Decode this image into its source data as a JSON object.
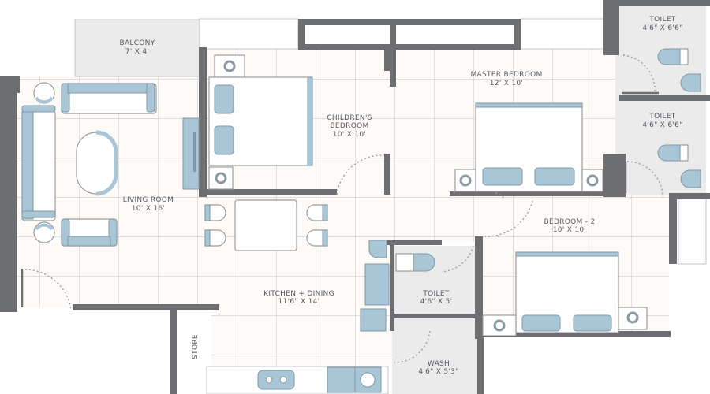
{
  "floor_plan": {
    "colors": {
      "wall": "#6d6e71",
      "floor": "#fdfaf7",
      "wet_area": "#ebebeb",
      "tile_grid": "#d6d4d2",
      "furniture_accent": "#a9c6d6",
      "label": "#555a60"
    },
    "rooms": [
      {
        "id": "balcony",
        "name": "BALCONY",
        "size": "7' X 4'"
      },
      {
        "id": "living",
        "name": "LIVING ROOM",
        "size": "10' X 16'"
      },
      {
        "id": "children",
        "name": "CHILDREN'S",
        "name2": "BEDROOM",
        "size": "10' X 10'"
      },
      {
        "id": "master",
        "name": "MASTER BEDROOM",
        "size": "12' X 10'"
      },
      {
        "id": "toilet1",
        "name": "TOILET",
        "size": "4'6\" X 6'6\""
      },
      {
        "id": "toilet2",
        "name": "TOILET",
        "size": "4'6\" X 6'6\""
      },
      {
        "id": "bedroom2",
        "name": "BEDROOM - 2",
        "size": "10' X 10'"
      },
      {
        "id": "kitchen",
        "name": "KITCHEN + DINING",
        "size": "11'6\" X 14'"
      },
      {
        "id": "toilet3",
        "name": "TOILET",
        "size": "4'6\" X 5'"
      },
      {
        "id": "wash",
        "name": "WASH",
        "size": "4'6\" X 5'3\""
      },
      {
        "id": "store",
        "name": "STORE"
      }
    ]
  }
}
